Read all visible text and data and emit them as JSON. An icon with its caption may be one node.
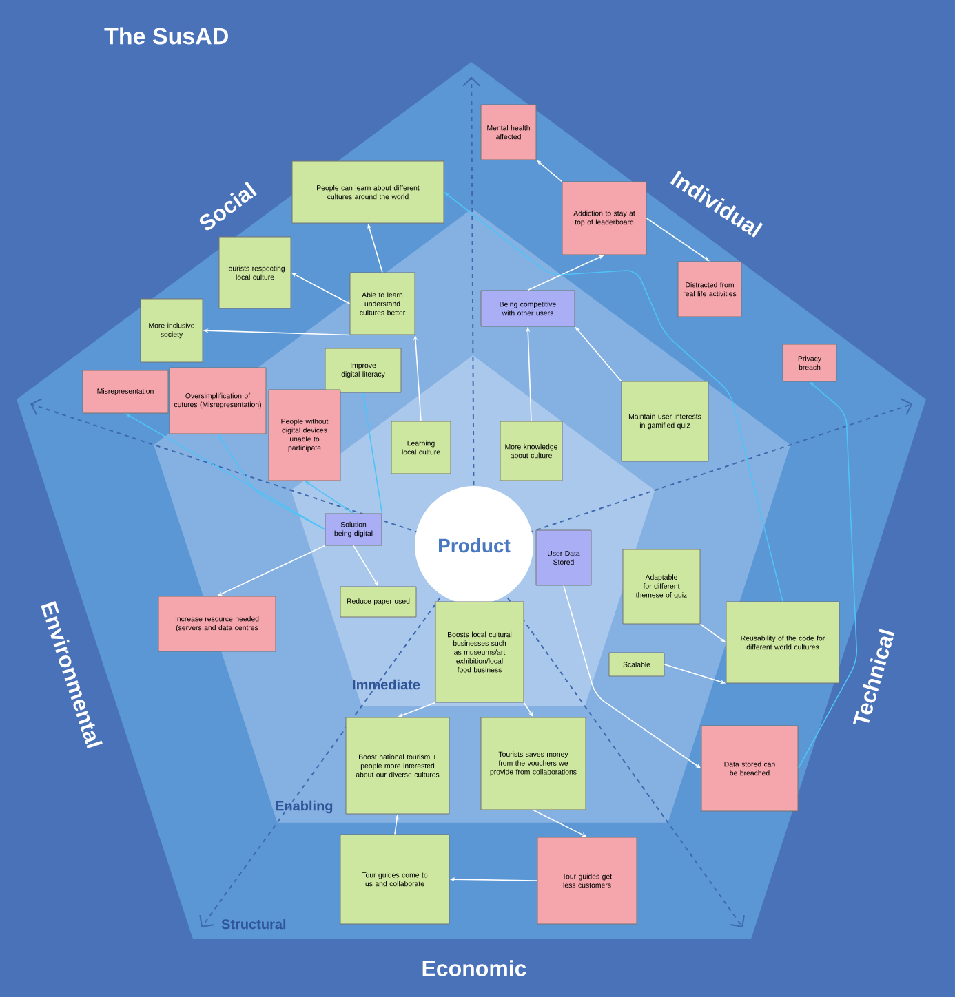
{
  "diagram": {
    "title": "The SusAD",
    "nodes": [
      {
        "text": [
          "Product"
        ]
      },
      {
        "text": [
          "People can learn about different cultures around the world"
        ]
      },
      {
        "text": [
          "Tourists respecting local culture"
        ]
      },
      {
        "text": [
          "Able to learn understand cultures better"
        ]
      },
      {
        "text": [
          "More inclusive society"
        ]
      },
      {
        "text": [
          "Improve digital literacy"
        ]
      },
      {
        "text": [
          "Misrepresentation"
        ]
      },
      {
        "text": [
          "Oversimplification of cutures (Misrepresentation)"
        ]
      },
      {
        "text": [
          "People without digital devices unable to participate"
        ]
      },
      {
        "text": [
          "Learning local culture"
        ]
      },
      {
        "text": [
          "Solution being digital"
        ]
      },
      {
        "text": [
          "Reduce paper used"
        ]
      },
      {
        "text": [
          "Increase resource needed (servers and data centres"
        ]
      },
      {
        "text": [
          "Mental health affected"
        ]
      },
      {
        "text": [
          "Addiction to stay at top of leaderboard"
        ]
      },
      {
        "text": [
          "Distracted from real life activities"
        ]
      },
      {
        "text": [
          "Being competitive with other users"
        ]
      },
      {
        "text": [
          "Privacy breach"
        ]
      },
      {
        "text": [
          "Maintain user interests in gamified quiz"
        ]
      },
      {
        "text": [
          "More knowledge about culture"
        ]
      },
      {
        "text": [
          "User Data Stored"
        ]
      },
      {
        "text": [
          "Adaptable for different themese of quiz"
        ]
      },
      {
        "text": [
          "Reusability of the code for different world cultures"
        ]
      },
      {
        "text": [
          "Scalable"
        ]
      },
      {
        "text": [
          "Boosts local cultural businesses such as museums/art exhibition/local food business"
        ]
      },
      {
        "text": [
          "Boost national tourism + people more interested about our diverse cultures"
        ]
      },
      {
        "text": [
          "Tourists saves money from the vouchers we provide from collaborations"
        ]
      },
      {
        "text": [
          "Data stored can be breached"
        ]
      },
      {
        "text": [
          "Tour guides come to us and collaborate"
        ]
      },
      {
        "text": [
          "Tour guides get less customers"
        ]
      }
    ],
    "edges": [
      {
        "from": 3,
        "to": 1,
        "arrow": "to"
      },
      {
        "from": 3,
        "to": 2,
        "arrow": "to"
      },
      {
        "from": 3,
        "to": 4,
        "arrow": "to"
      },
      {
        "from": 9,
        "to": 3,
        "arrow": "to"
      },
      {
        "from": 10,
        "to": 6,
        "arrow": "to",
        "color": "#4fc3f7"
      },
      {
        "from": 10,
        "to": 7,
        "arrow": "to",
        "color": "#4fc3f7"
      },
      {
        "from": 10,
        "to": 8,
        "arrow": "to",
        "color": "#4fc3f7"
      },
      {
        "from": 10,
        "to": 5,
        "arrow": "to",
        "color": "#4fc3f7"
      },
      {
        "from": 10,
        "to": 11,
        "arrow": "to"
      },
      {
        "from": 10,
        "to": 12,
        "arrow": "to"
      },
      {
        "from": 16,
        "to": 14,
        "arrow": "to"
      },
      {
        "from": 14,
        "to": 13,
        "arrow": "to"
      },
      {
        "from": 14,
        "to": 15,
        "arrow": "to"
      },
      {
        "from": 19,
        "to": 16,
        "arrow": "to"
      },
      {
        "from": 18,
        "to": 16,
        "arrow": "to"
      },
      {
        "from": 21,
        "to": 22,
        "arrow": "to"
      },
      {
        "from": 23,
        "to": 22,
        "arrow": "to"
      },
      {
        "from": 20,
        "to": 27,
        "arrow": "to"
      },
      {
        "from": 24,
        "to": 25,
        "arrow": "to"
      },
      {
        "from": 24,
        "to": 26,
        "arrow": "to"
      },
      {
        "from": 26,
        "to": 29,
        "arrow": "to"
      },
      {
        "from": 29,
        "to": 28,
        "arrow": "to"
      },
      {
        "from": 28,
        "to": 25,
        "arrow": "to"
      },
      {
        "from": 22,
        "to": 1,
        "arrow": "to",
        "color": "#4fc3f7"
      },
      {
        "from": 27,
        "to": 17,
        "arrow": "to",
        "color": "#4fc3f7"
      }
    ],
    "labels": [
      "Social",
      "Individual",
      "Environmental",
      "Technical",
      "Economic",
      "Immediate",
      "Enabling",
      "Structural"
    ]
  }
}
